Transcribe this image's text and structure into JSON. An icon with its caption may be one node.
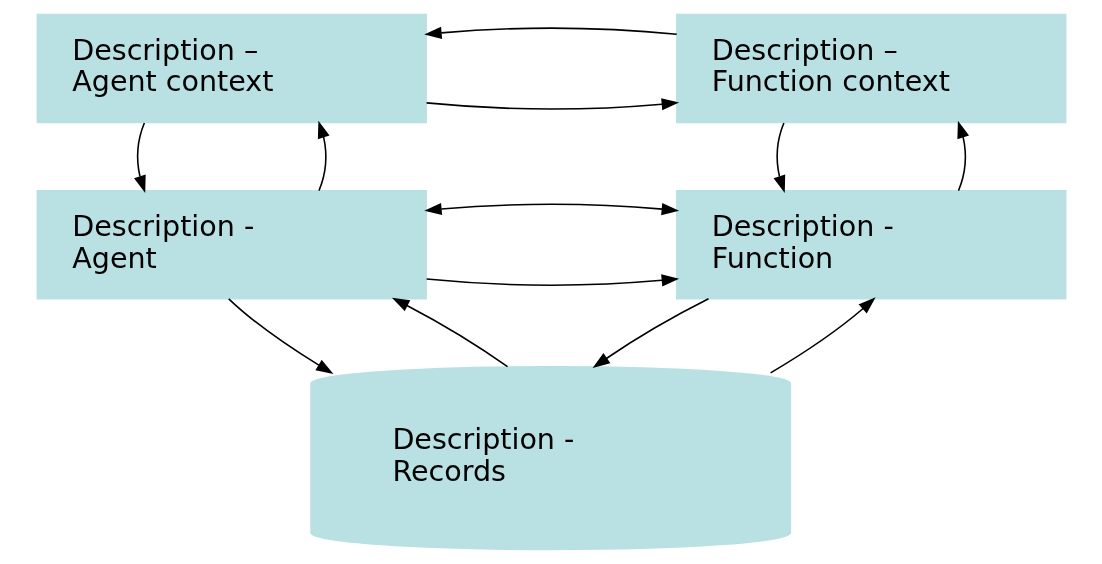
{
  "diagram": {
    "nodes": [
      {
        "text": [
          "Description – Agent context"
        ]
      },
      {
        "text": [
          "Description – Function context"
        ]
      },
      {
        "text": [
          "Description - Agent"
        ]
      },
      {
        "text": [
          "Description - Function"
        ]
      },
      {
        "text": [
          "Description - Records"
        ]
      }
    ],
    "edges": [
      {
        "from": 0,
        "to": 1,
        "arrow": "to"
      },
      {
        "from": 1,
        "to": 0,
        "arrow": "to"
      },
      {
        "from": 0,
        "to": 2,
        "arrow": "to"
      },
      {
        "from": 2,
        "to": 0,
        "arrow": "to"
      },
      {
        "from": 1,
        "to": 3,
        "arrow": "to"
      },
      {
        "from": 3,
        "to": 1,
        "arrow": "to"
      },
      {
        "from": 2,
        "to": 3,
        "arrow": "to"
      },
      {
        "from": 2,
        "to": 3,
        "arrow": "both"
      },
      {
        "from": 2,
        "to": 4,
        "arrow": "to"
      },
      {
        "from": 4,
        "to": 2,
        "arrow": "to"
      },
      {
        "from": 3,
        "to": 4,
        "arrow": "to"
      },
      {
        "from": 4,
        "to": 3,
        "arrow": "to"
      }
    ]
  }
}
